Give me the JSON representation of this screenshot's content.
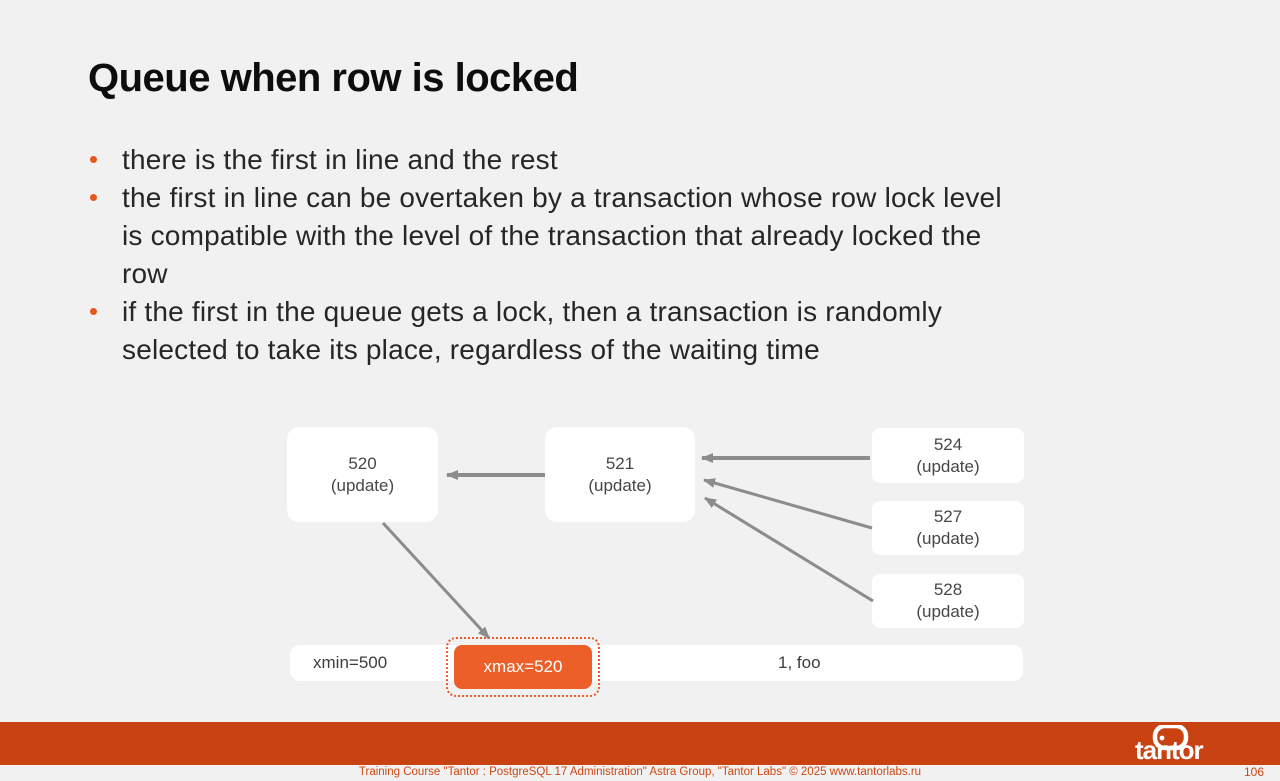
{
  "slide": {
    "title": "Queue when row is locked",
    "bullets": [
      {
        "lines": [
          "there is the first in line and the rest"
        ]
      },
      {
        "lines": [
          "the first in line can be overtaken by a transaction whose row lock level",
          "is compatible with the level of the transaction that already locked the",
          "row"
        ]
      },
      {
        "lines": [
          "if the first in the queue gets a lock, then a transaction is randomly",
          "selected to take its place, regardless of the waiting time"
        ]
      }
    ]
  },
  "diagram": {
    "boxes": [
      {
        "label": "520",
        "sub": "(update)"
      },
      {
        "label": "521",
        "sub": "(update)"
      },
      {
        "label": "524",
        "sub": "(update)"
      },
      {
        "label": "527",
        "sub": "(update)"
      },
      {
        "label": "528",
        "sub": "(update)"
      }
    ],
    "row": {
      "xmin": "xmin=500",
      "xmax": "xmax=520",
      "value": "1, foo"
    }
  },
  "footer": {
    "text": "Training Course \"Tantor : PostgreSQL 17 Administration\" Astra Group, \"Tantor Labs\" © 2025  www.tantorlabs.ru",
    "page": "106",
    "logo_text": "tantor"
  },
  "colors": {
    "accent_orange": "#ed5f28",
    "footer_bar_orange": "#c84311",
    "footer_text_orange": "#ce4814",
    "arrow_gray": "#8c8c8c",
    "background": "#f1f1f2"
  }
}
